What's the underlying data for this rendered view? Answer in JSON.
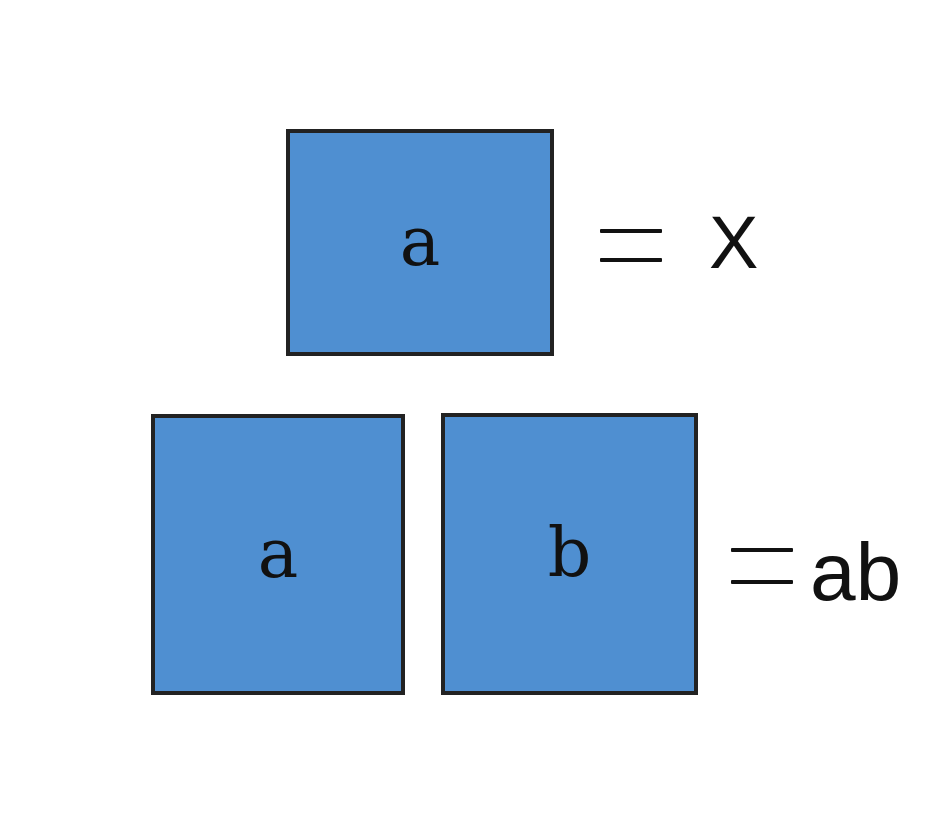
{
  "colors": {
    "box_fill": "#4f8fd1",
    "box_border": "#222222",
    "text": "#111111",
    "background": "#ffffff"
  },
  "row1": {
    "box_label": "a",
    "equals": "=",
    "result": "X"
  },
  "row2": {
    "box1_label": "a",
    "box2_label": "b",
    "equals": "=",
    "result": "ab"
  }
}
